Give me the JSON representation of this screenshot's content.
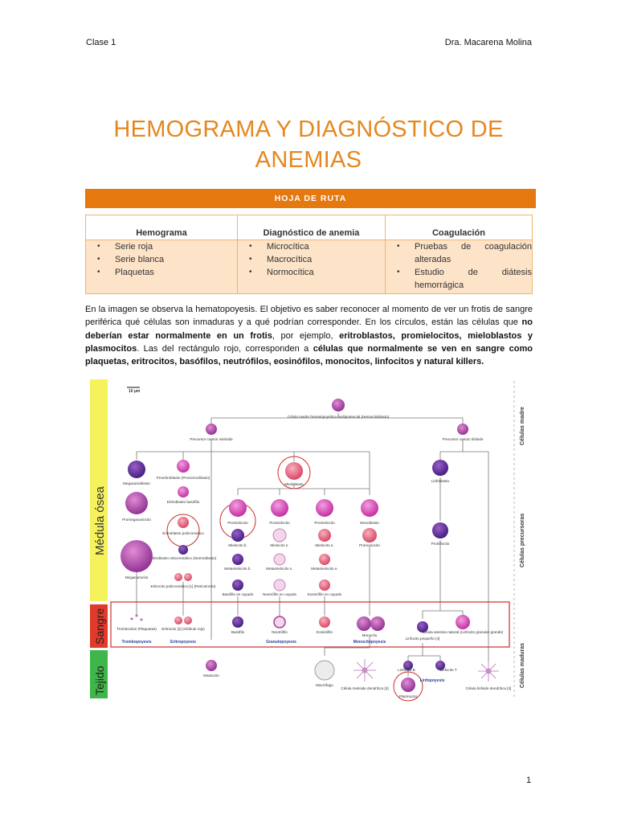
{
  "header": {
    "left": "Clase 1",
    "right": "Dra. Macarena Molina"
  },
  "title": {
    "line1": "HEMOGRAMA Y DIAGNÓSTICO DE",
    "line2": "ANEMIAS"
  },
  "route_bar": "HOJA DE RUTA",
  "table": {
    "headers": [
      "Hemograma",
      "Diagnóstico de anemia",
      "Coagulación"
    ],
    "col1": [
      "Serie roja",
      "Serie blanca",
      "Plaquetas"
    ],
    "col2": [
      "Microcítica",
      "Macrocítica",
      "Normocítica"
    ],
    "col3": [
      "Pruebas de coagulación alteradas",
      "Estudio de diátesis hemorrágica"
    ]
  },
  "paragraph": {
    "p1": "En la imagen se observa la hematopoyesis. El objetivo es saber reconocer al momento de ver un frotis de sangre periférica qué células son inmaduras y a qué podrían corresponder. En los círculos, están las células que ",
    "b1": "no deberían estar normalmente en un frotis",
    "p2": ", por ejemplo, ",
    "b2": "eritroblastos, promielocitos, mieloblastos y plasmocitos",
    "p3": ". Las del rectángulo rojo, corresponden a ",
    "b3": "células que normalmente se ven en sangre como plaquetas, eritrocitos, basófilos, neutrófilos, eosinófilos, monocitos, linfocitos y natural killers."
  },
  "figure": {
    "side_labels": {
      "medula": "Médula ósea",
      "sangre": "Sangre",
      "tejido": "Tejido"
    },
    "right_labels": {
      "madre": "Células madre",
      "precursoras": "Células precursoras",
      "maduras": "Células maduras"
    },
    "scale": "10 µm",
    "stem": "Célula madre hematopoyética multipotencial (Hemocitoblasto)",
    "myeloid": "Precursor común mieloide",
    "lymphoid": "Precursor común linfoide",
    "megakaryoblast": "Megacarioblasto",
    "proerythroblast": "Proeritroblasto (Pronormoblasto)",
    "myeloblast": "Mieloblasto",
    "lymphoblast": "Linfoblasto",
    "promegakaryocyte": "Promegacariocito",
    "baso_erythroblast": "Eritroblasto basófilo",
    "poly_erythroblast": "Eritroblasto policromático",
    "ortho_erythroblast": "Eritroblasto ortocromático (Normoblasto)",
    "megakaryocyte": "Megacariocito",
    "reticulocyte": "Eritrocito policromático [1] (Reticulocito)",
    "promyelocyte": "Promielocito",
    "promyelocyte2": "Promielocito",
    "promyelocyte3": "Promielocito",
    "monoblast": "Monoblasto",
    "promonocyte": "Promonocito",
    "prolymphocyte": "Prolinfocito",
    "myelocyte_b": "Mielocito b.",
    "myelocyte_n": "Mielocito n.",
    "myelocyte_e": "Mielocito e.",
    "metamyelocyte_b": "Metamielocito b.",
    "metamyelocyte_n": "Metamielocito n.",
    "metamyelocyte_e": "Metamielocito e.",
    "band_b": "Basófilo en cayado",
    "band_n": "Neutrófilo en cayado",
    "band_e": "Eosinófilo en cayado",
    "thrombocytes": "Trombocitos (Plaquetas)",
    "erythrocyte": "Eritrocito [2] (Glóbulo rojo)",
    "basophil": "Basófilo",
    "neutrophil": "Neutrófilo",
    "eosinophil": "Eosinófilo",
    "monocyte": "Monocito",
    "nk": "Célula asesina natural (Linfocito granular grande)",
    "small_lymph": "Linfocito pequeño [4]",
    "thrombopoiesis": "Trombopoyesis",
    "erythropoiesis": "Eritropoyesis",
    "granulopoiesis": "Granulopoyesis",
    "monocytopoiesis": "Monocitopoyesis",
    "mastocyte": "Mastocito",
    "macrophage": "Macrófago",
    "myeloid_dc": "Célula mieloide dendrítica [3]",
    "lymph_b": "Linfocito B",
    "lymph_t": "Linfocito T",
    "plasmocyte": "Plasmocito",
    "lymphopoiesis": "Linfopoyesis",
    "lymphoid_dc": "Célula linfoide dendrítica [3]"
  },
  "page_number": "1"
}
